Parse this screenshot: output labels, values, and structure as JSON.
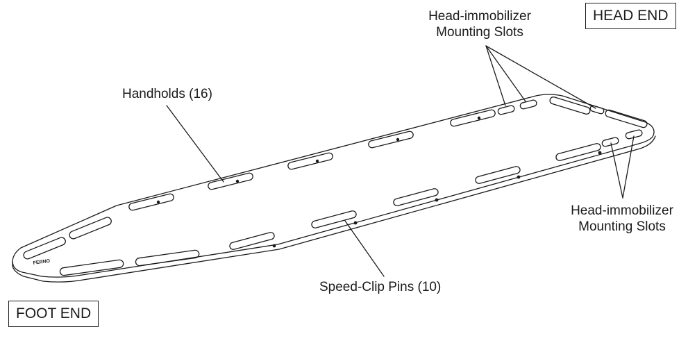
{
  "labels": {
    "head_end": "HEAD END",
    "foot_end": "FOOT END",
    "handholds": "Handholds (16)",
    "head_slots_top_line1": "Head-immobilizer",
    "head_slots_top_line2": "Mounting Slots",
    "head_slots_right_line1": "Head-immobilizer",
    "head_slots_right_line2": "Mounting Slots",
    "speed_clip": "Speed-Clip Pins (10)",
    "board_logo": "FERNO"
  },
  "colors": {
    "line": "#1a1a1a",
    "background": "#ffffff"
  }
}
